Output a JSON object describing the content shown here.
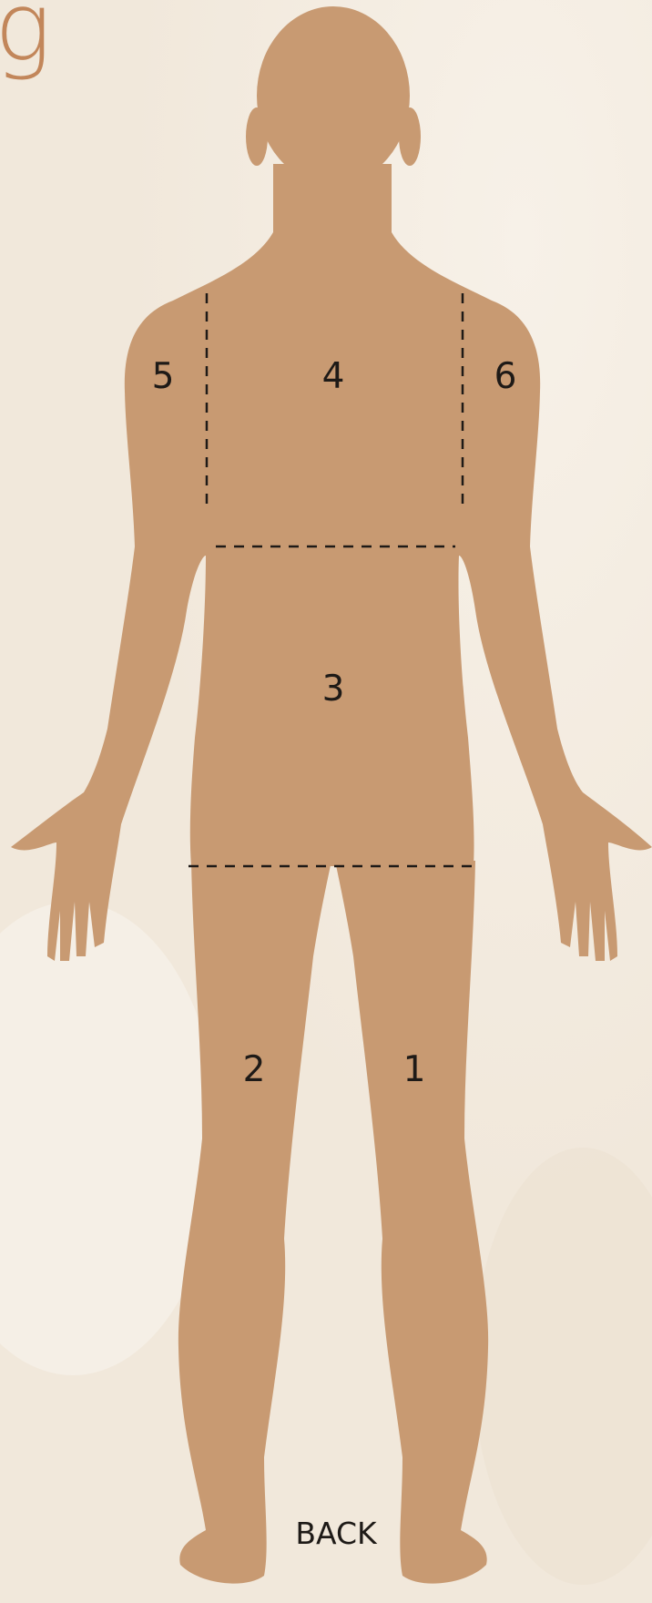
{
  "page": {
    "heading_fragment": "g",
    "view_label": "BACK"
  },
  "colors": {
    "background": "#f3ebe0",
    "body_fill": "#c89a72",
    "heading": "#c2865a",
    "divider": "#1e1a17"
  },
  "zones": [
    {
      "id": 1,
      "label": "1",
      "region": "right-leg"
    },
    {
      "id": 2,
      "label": "2",
      "region": "left-leg"
    },
    {
      "id": 3,
      "label": "3",
      "region": "lower-back"
    },
    {
      "id": 4,
      "label": "4",
      "region": "upper-back"
    },
    {
      "id": 5,
      "label": "5",
      "region": "left-arm"
    },
    {
      "id": 6,
      "label": "6",
      "region": "right-arm"
    }
  ]
}
